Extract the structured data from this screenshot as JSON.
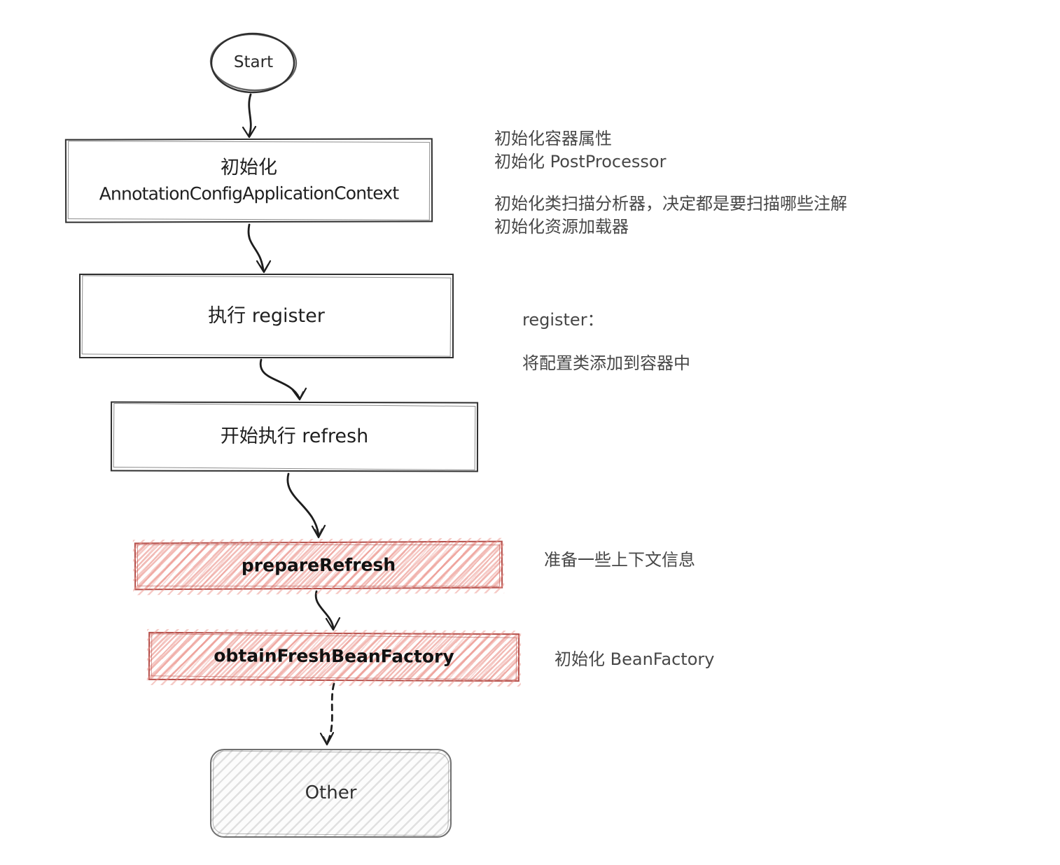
{
  "diagram": {
    "title_implicit": "AnnotationConfigApplicationContext refresh flow",
    "nodes": {
      "start": {
        "label": "Start",
        "shape": "ellipse"
      },
      "init_context": {
        "label_line1": "初始化",
        "label_line2": "AnnotationConfigApplicationContext",
        "shape": "rectangle"
      },
      "register": {
        "label": "执行 register",
        "shape": "rectangle"
      },
      "refresh": {
        "label": "开始执行 refresh",
        "shape": "rectangle"
      },
      "prepare_refresh": {
        "label": "prepareRefresh",
        "shape": "rectangle",
        "style": "red-hachure"
      },
      "obtain_bean_factory": {
        "label": "obtainFreshBeanFactory",
        "shape": "rectangle",
        "style": "red-hachure"
      },
      "other": {
        "label": "Other",
        "shape": "rounded-rectangle",
        "style": "gray-hachure"
      }
    },
    "edges": [
      {
        "from": "start",
        "to": "init_context",
        "style": "solid"
      },
      {
        "from": "init_context",
        "to": "register",
        "style": "solid"
      },
      {
        "from": "register",
        "to": "refresh",
        "style": "solid"
      },
      {
        "from": "refresh",
        "to": "prepare_refresh",
        "style": "solid"
      },
      {
        "from": "prepare_refresh",
        "to": "obtain_bean_factory",
        "style": "solid"
      },
      {
        "from": "obtain_bean_factory",
        "to": "other",
        "style": "dashed"
      }
    ],
    "annotations": {
      "init": {
        "lines": [
          "初始化容器属性",
          "初始化 PostProcessor",
          "初始化类扫描分析器，决定都是要扫描哪些注解",
          "初始化资源加载器"
        ]
      },
      "register": {
        "title": "register：",
        "body": "将配置类添加到容器中"
      },
      "prepare": "准备一些上下文信息",
      "obtain": "初始化 BeanFactory"
    },
    "colors": {
      "ink": "#2f2f2f",
      "node_text": "#1f1f1f",
      "note_text": "#474747",
      "red_stroke": "#b5504b",
      "red_hatch": "#f0afa9",
      "gray_stroke": "#707070",
      "gray_hatch": "#e7e7e7",
      "background": "#ffffff"
    }
  }
}
